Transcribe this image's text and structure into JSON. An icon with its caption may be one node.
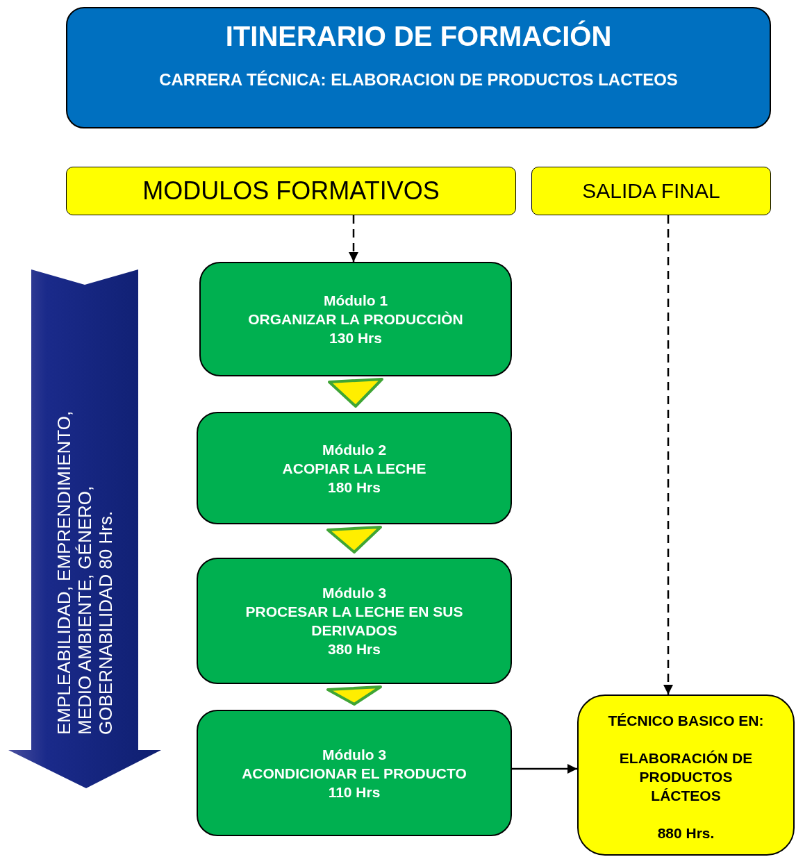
{
  "diagram": {
    "nodes": [
      {
        "text": [
          "ITINERARIO DE FORMACIÓN",
          "CARRERA TÉCNICA: ELABORACION DE PRODUCTOS LACTEOS"
        ]
      },
      {
        "text": [
          "MODULOS FORMATIVOS"
        ]
      },
      {
        "text": [
          "SALIDA FINAL"
        ]
      },
      {
        "text": [
          "Módulo 1",
          "ORGANIZAR LA PRODUCCIÒN",
          "130 Hrs"
        ]
      },
      {
        "text": [
          "Módulo 2",
          "ACOPIAR LA LECHE",
          "180 Hrs"
        ]
      },
      {
        "text": [
          "Módulo 3",
          "PROCESAR LA LECHE EN SUS DERIVADOS",
          "380 Hrs"
        ]
      },
      {
        "text": [
          "Módulo 3",
          "ACONDICIONAR EL PRODUCTO",
          "110 Hrs"
        ]
      },
      {
        "text": [
          "TÉCNICO BASICO EN:",
          "ELABORACIÓN DE PRODUCTOS LÁCTEOS",
          "880 Hrs."
        ]
      },
      {
        "text": [
          "EMPLEABILIDAD, EMPRENDIMIENTO, MEDIO AMBIENTE, GÉNERO, GOBERNABILIDAD 80 Hrs."
        ]
      }
    ],
    "edges": [
      {
        "from": 1,
        "to": 3,
        "arrow": "to",
        "style": "dashed"
      },
      {
        "from": 3,
        "to": 4,
        "arrow": "to",
        "style": "thick"
      },
      {
        "from": 4,
        "to": 5,
        "arrow": "to",
        "style": "thick"
      },
      {
        "from": 5,
        "to": 6,
        "arrow": "to",
        "style": "thick"
      },
      {
        "from": 2,
        "to": 7,
        "arrow": "to",
        "style": "dashed"
      },
      {
        "from": 6,
        "to": 7,
        "arrow": "to"
      }
    ]
  }
}
